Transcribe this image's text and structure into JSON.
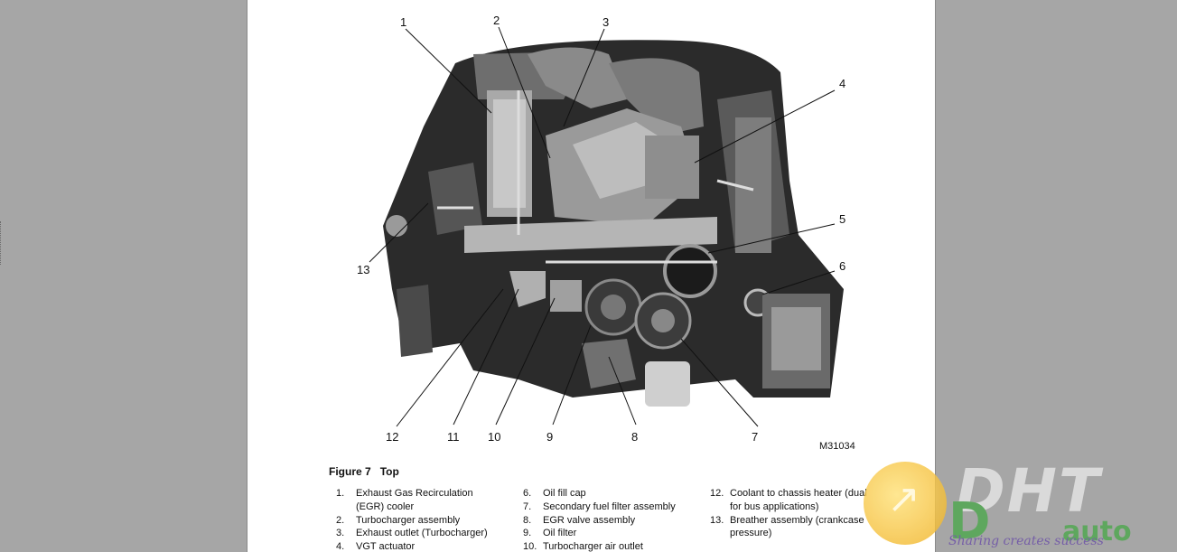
{
  "figure": {
    "id_label": "M31034",
    "caption_prefix": "Figure 7",
    "caption_title": "Top",
    "callouts": [
      "1",
      "2",
      "3",
      "4",
      "5",
      "6",
      "7",
      "8",
      "9",
      "10",
      "11",
      "12",
      "13"
    ]
  },
  "legend": {
    "col1": [
      {
        "n": "1.",
        "t": "Exhaust Gas Recirculation"
      },
      {
        "n": "",
        "t": "(EGR) cooler"
      },
      {
        "n": "2.",
        "t": "Turbocharger assembly"
      },
      {
        "n": "3.",
        "t": "Exhaust outlet (Turbocharger)"
      },
      {
        "n": "4.",
        "t": "VGT actuator"
      }
    ],
    "col2": [
      {
        "n": "6.",
        "t": "Oil fill cap"
      },
      {
        "n": "7.",
        "t": "Secondary fuel filter assembly"
      },
      {
        "n": "8.",
        "t": "EGR valve assembly"
      },
      {
        "n": "9.",
        "t": "Oil filter"
      },
      {
        "n": "10.",
        "t": "Turbocharger air outlet"
      }
    ],
    "col3": [
      {
        "n": "12.",
        "t": "Coolant to chassis heater (dual"
      },
      {
        "n": "",
        "t": "for bus applications)"
      },
      {
        "n": "13.",
        "t": "Breather assembly (crankcase"
      },
      {
        "n": "",
        "t": "pressure)"
      }
    ]
  },
  "watermark": {
    "brand": "DHT",
    "brand_small": "auto",
    "brand_letter": "D",
    "tagline": "Sharing creates success"
  }
}
